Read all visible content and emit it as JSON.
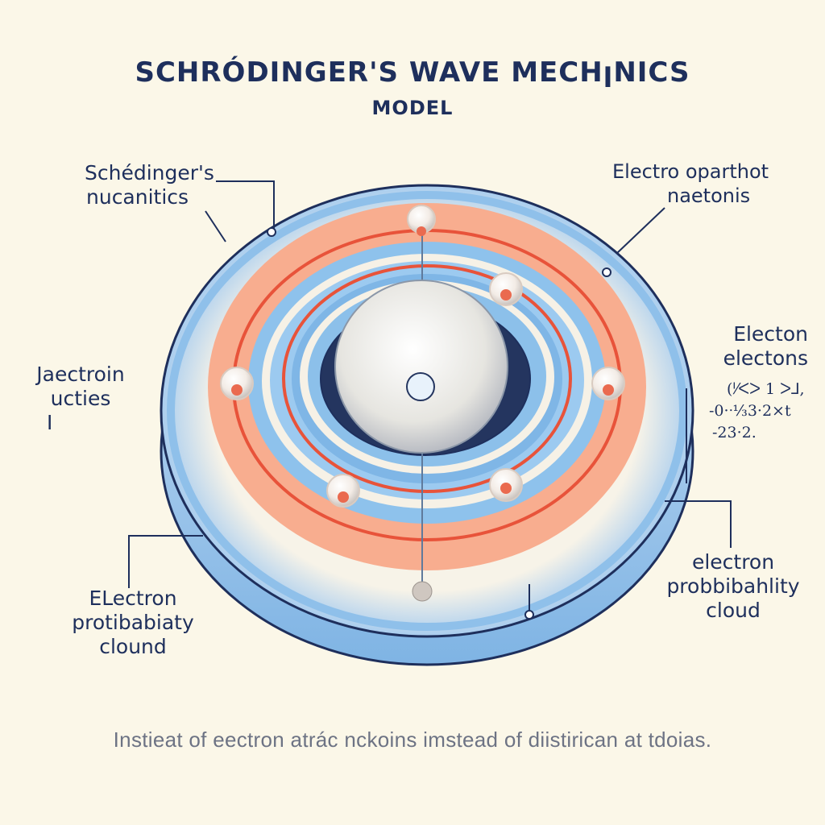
{
  "title": {
    "line1": "SCHRÓDINGER'S WAVE MECHꞁNICS",
    "line2": "MODEL"
  },
  "labels": {
    "top_left": [
      "Schédinger's",
      "nucanitics"
    ],
    "top_right": [
      "Electro oparthot",
      "naetonis"
    ],
    "mid_left": [
      "Jaectroin",
      "ucties",
      "I"
    ],
    "mid_right": [
      "Electon",
      "electons"
    ],
    "mid_right_formula": [
      "(ᑊ⁄ᐸᐳ 1 ᐳ⅃,",
      "-0·ᐧ⅓3·2×t",
      "-23·2."
    ],
    "bottom_left": [
      "ELectron",
      "protibabiaty",
      "clound"
    ],
    "bottom_right": [
      "electron",
      "probbibahlity",
      "cloud"
    ]
  },
  "caption": "Instieat of eectron atrác nckoins imstead of diistirican at  tdoias.",
  "colors": {
    "background": "#fbf7e8",
    "navy": "#1e2f5c",
    "light_blue": "#87bde8",
    "orange_band": "#f8a98a",
    "red_orbit": "#e8533a",
    "dark_core": "#24355f"
  }
}
